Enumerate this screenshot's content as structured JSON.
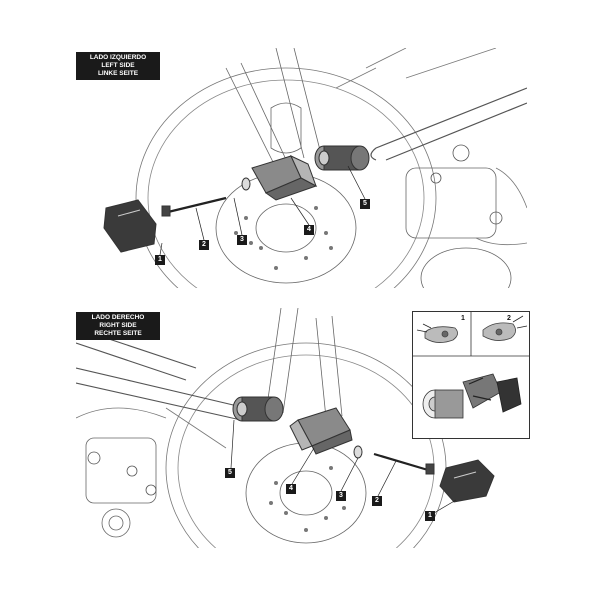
{
  "left_panel": {
    "title": [
      "LADO IZQUIERDO",
      "LEFT SIDE",
      "LINKE SEITE"
    ],
    "callouts": [
      "1",
      "2",
      "3",
      "4",
      "5"
    ]
  },
  "right_panel": {
    "title": [
      "LADO DERECHO",
      "RIGHT SIDE",
      "RECHTE SEITE"
    ],
    "callouts": [
      "1",
      "2",
      "3",
      "4",
      "5"
    ]
  },
  "inset": {
    "steps": [
      "1",
      "2"
    ]
  }
}
